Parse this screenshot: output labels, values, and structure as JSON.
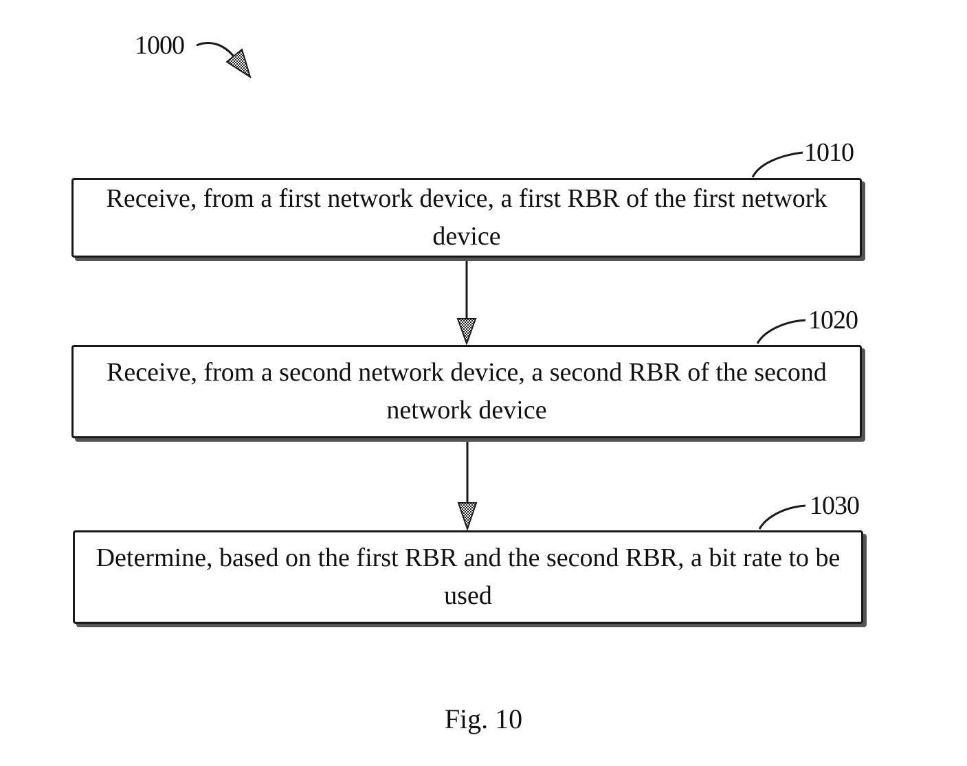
{
  "diagram": {
    "figure_ref": "1000",
    "caption": "Fig. 10",
    "steps": [
      {
        "ref": "1010",
        "text": "Receive, from  a first network device, a first RBR of the first network device"
      },
      {
        "ref": "1020",
        "text": "Receive, from a second network device, a second RBR of the second network device"
      },
      {
        "ref": "1030",
        "text": "Determine, based on the first RBR and the second RBR, a bit rate to be used"
      }
    ],
    "colors": {
      "line": "#1a1a1a",
      "shadow": "#555555",
      "background": "#ffffff"
    }
  }
}
